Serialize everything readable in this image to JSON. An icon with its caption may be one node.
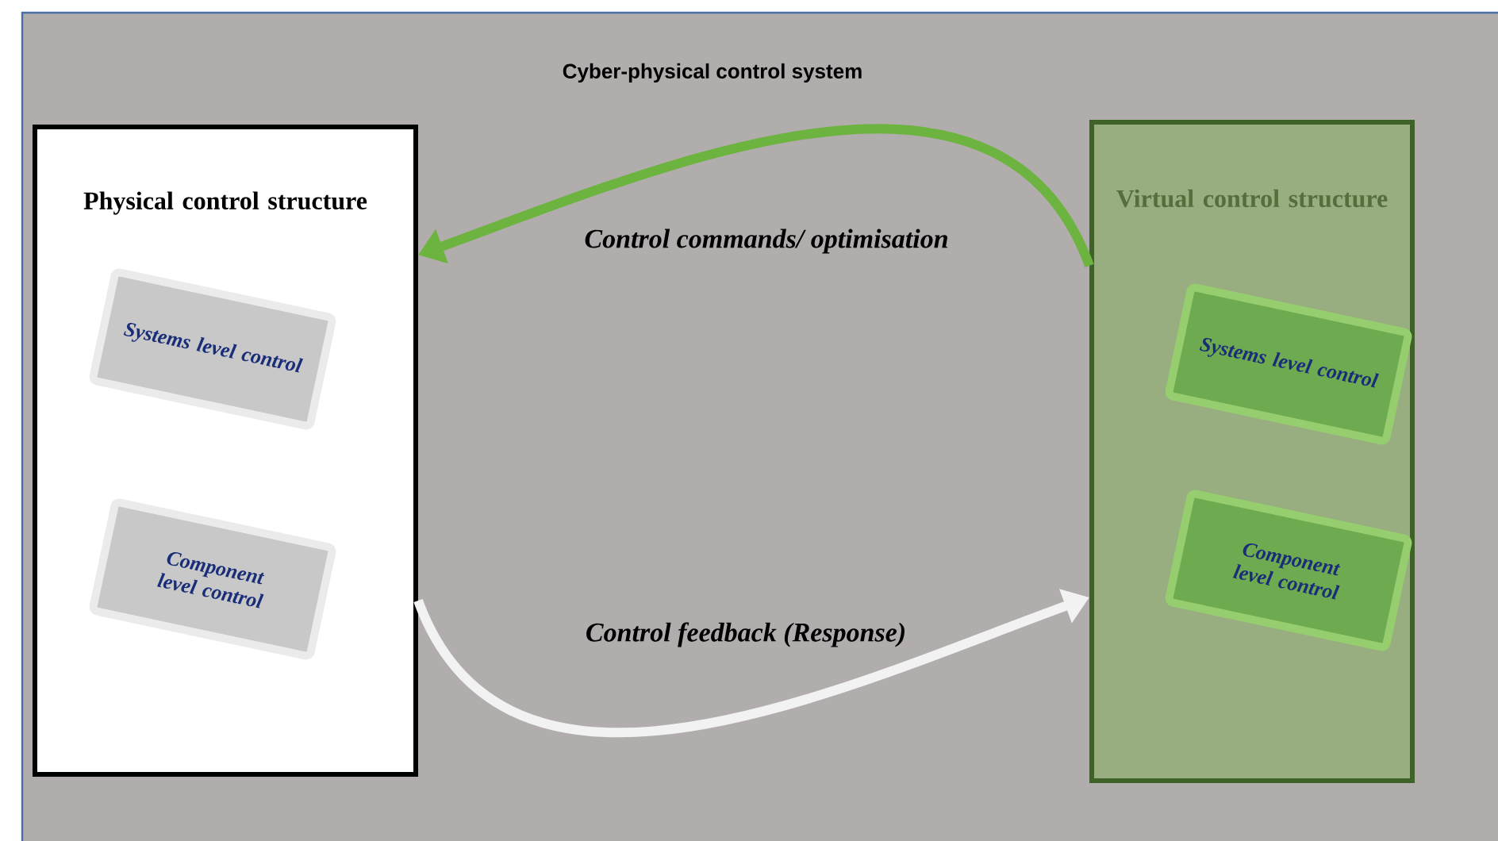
{
  "diagram": {
    "title": "Cyber-physical control system",
    "nodes": [
      {
        "text": [
          "Physical control structure"
        ]
      },
      {
        "text": [
          "Systems level control"
        ],
        "in": 0
      },
      {
        "text": [
          "Component level control"
        ],
        "in": 0
      },
      {
        "text": [
          "Virtual control structure"
        ]
      },
      {
        "text": [
          "Systems level control"
        ],
        "in": 3
      },
      {
        "text": [
          "Component level control"
        ],
        "in": 3
      }
    ],
    "edges": [
      {
        "from": 3,
        "to": 0,
        "arrow": "to",
        "label": "Control commands/ optimisation",
        "color": "#6db33f"
      },
      {
        "from": 0,
        "to": 3,
        "arrow": "to",
        "label": "Control feedback (Response)",
        "color": "#f2f2f2"
      }
    ]
  }
}
